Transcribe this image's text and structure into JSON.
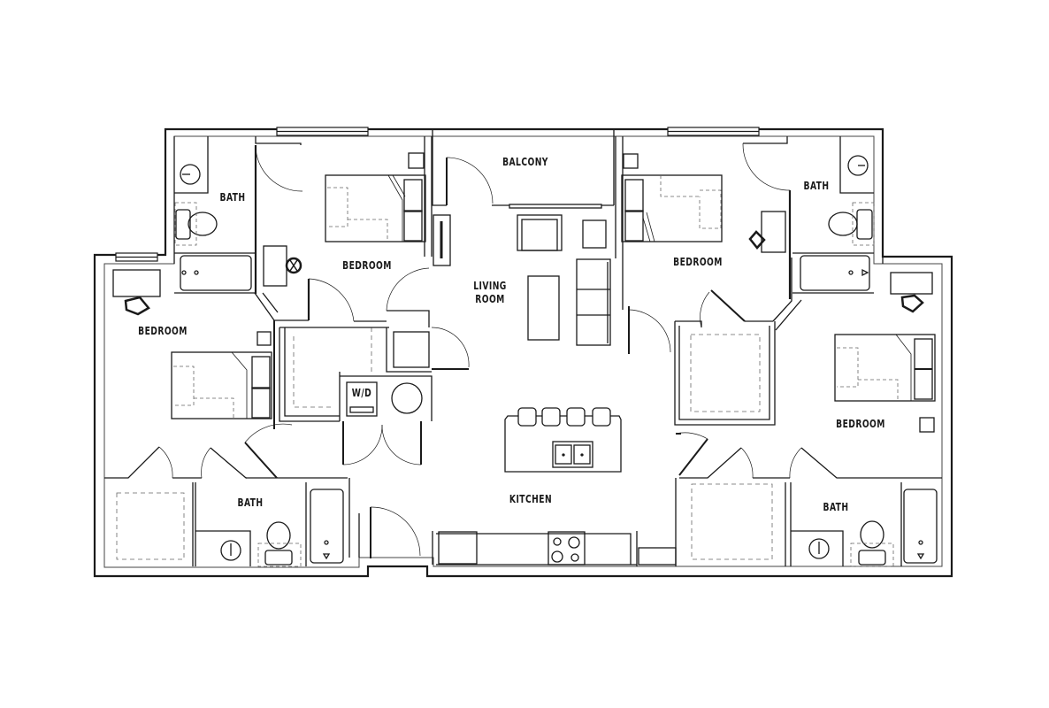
{
  "plan": {
    "type": "four-bedroom apartment floor plan",
    "line_color": "#1a1a1a",
    "wall_fill": "#ffffff",
    "background": "#ffffff"
  },
  "rooms": {
    "balcony": {
      "label": "BALCONY"
    },
    "living_room": {
      "label": "LIVING\nROOM"
    },
    "kitchen": {
      "label": "KITCHEN"
    },
    "laundry": {
      "label": "W/D"
    },
    "bedroom_top_left": {
      "label": "BEDROOM"
    },
    "bedroom_left": {
      "label": "BEDROOM"
    },
    "bedroom_top_right": {
      "label": "BEDROOM"
    },
    "bedroom_right": {
      "label": "BEDROOM"
    },
    "bath_top_left": {
      "label": "BATH"
    },
    "bath_bottom_left": {
      "label": "BATH"
    },
    "bath_top_right": {
      "label": "BATH"
    },
    "bath_bottom_right": {
      "label": "BATH"
    }
  },
  "fixtures": {
    "bar_stools": 4,
    "sink_basins": 2,
    "stove_burners": 4,
    "sofa_seats": 3
  }
}
